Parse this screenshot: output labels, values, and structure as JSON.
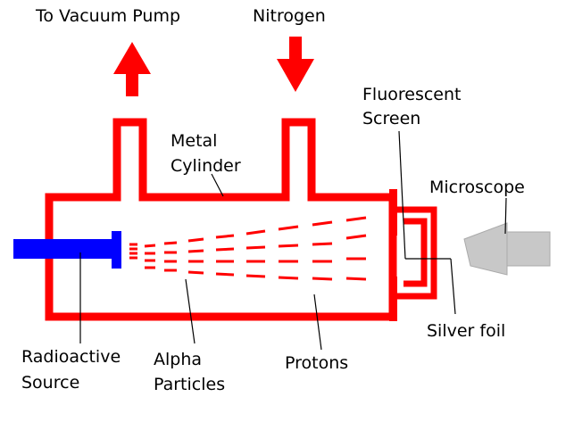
{
  "labels": {
    "vacuum_pump": "To Vacuum Pump",
    "nitrogen": "Nitrogen",
    "fluorescent_line1": "Fluorescent",
    "fluorescent_line2": "Screen",
    "metal_line1": "Metal",
    "metal_line2": "Cylinder",
    "microscope": "Microscope",
    "silver_foil": "Silver foil",
    "radioactive_line1": "Radioactive",
    "radioactive_line2": "Source",
    "alpha_line1": "Alpha",
    "alpha_line2": "Particles",
    "protons": "Protons"
  },
  "colors": {
    "cylinder": "#ff0000",
    "source": "#0000ff",
    "microscope": "#c8c8c8",
    "leader": "#000000",
    "arrow": "#ff0000"
  },
  "icons": {
    "vacuum_arrow": "arrow-up-icon",
    "nitrogen_arrow": "arrow-down-icon"
  }
}
